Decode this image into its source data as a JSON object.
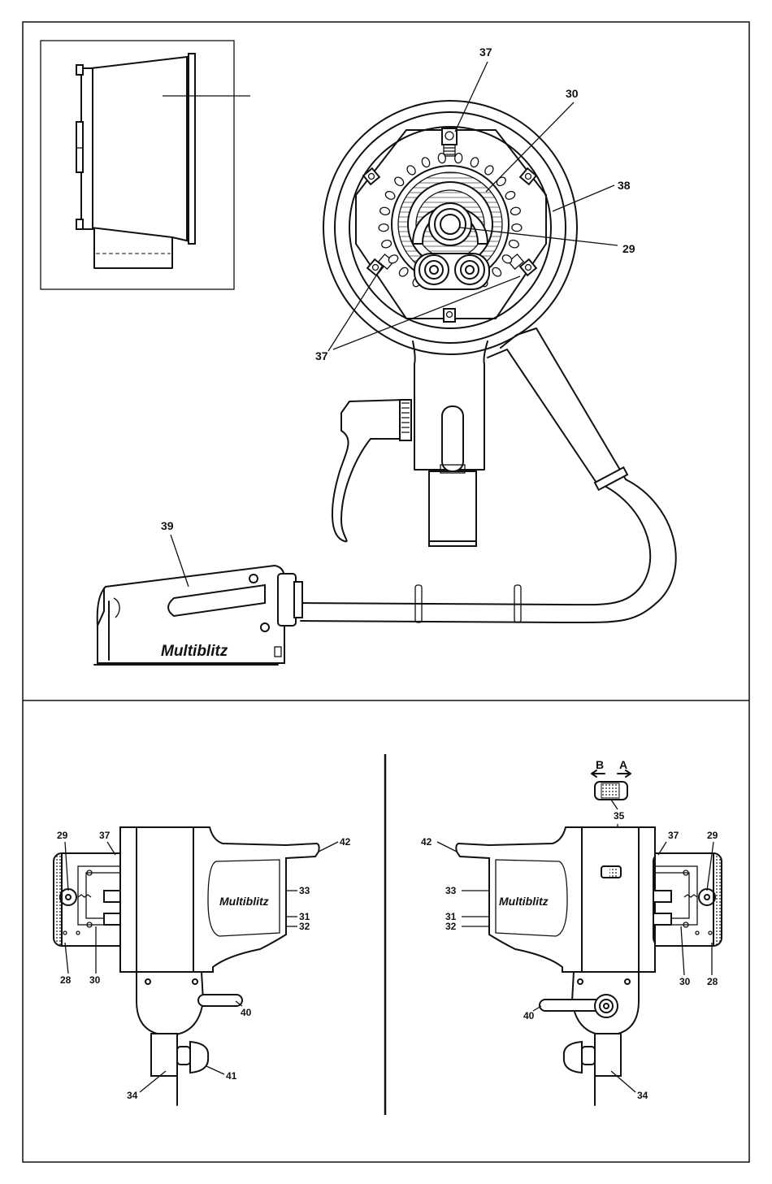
{
  "brand": "Multiblitz",
  "direction": {
    "left": "B",
    "right": "A"
  },
  "top_labels": {
    "l37a": "37",
    "l30": "30",
    "l38": "38",
    "l29": "29",
    "l37b": "37",
    "l39": "39"
  },
  "left_view": {
    "l29": "29",
    "l37": "37",
    "l42": "42",
    "l33": "33",
    "l31": "31",
    "l32": "32",
    "l28": "28",
    "l30": "30",
    "l40": "40",
    "l41": "41",
    "l34": "34"
  },
  "right_view": {
    "l35": "35",
    "l42": "42",
    "l37": "37",
    "l29": "29",
    "l33": "33",
    "l31": "31",
    "l32": "32",
    "l30": "30",
    "l28": "28",
    "l40": "40",
    "l34": "34"
  }
}
